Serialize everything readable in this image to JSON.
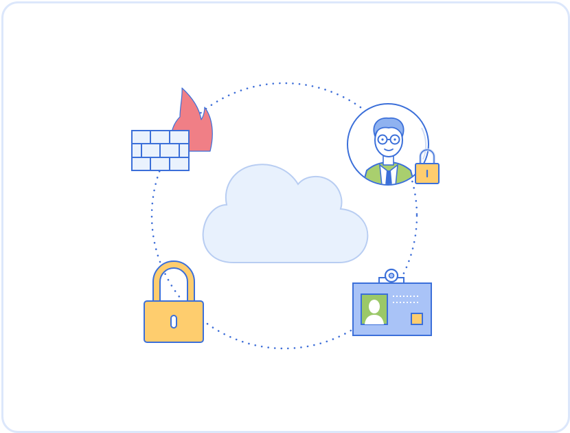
{
  "illustration": {
    "nodes": [
      {
        "id": "cloud",
        "icon": "cloud-icon"
      },
      {
        "id": "firewall",
        "icon": "firewall-icon"
      },
      {
        "id": "user",
        "icon": "user-avatar-icon"
      },
      {
        "id": "padlock",
        "icon": "padlock-icon"
      },
      {
        "id": "id-badge",
        "icon": "id-badge-icon"
      }
    ],
    "colors": {
      "frame_border": "#dce7fb",
      "outline": "#3b6fd9",
      "dots": "#3f6fd8",
      "cloud_fill": "#e8f1fd",
      "cloud_stroke": "#b8cdf2",
      "brick_fill": "#eaf2fd",
      "flame": "#f07f86",
      "lock_fill": "#fecd6e",
      "badge_fill": "#a9c3f7",
      "photo_green": "#9bc868",
      "jacket_green": "#a9cf6e"
    }
  }
}
